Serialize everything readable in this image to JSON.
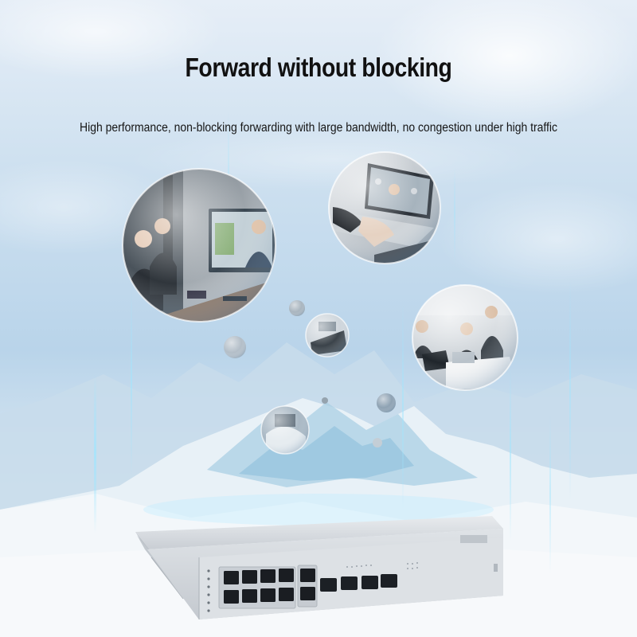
{
  "hero": {
    "title": "Forward without blocking",
    "subtitle": "High performance, non-blocking forwarding with large bandwidth, no congestion under high traffic"
  },
  "colors": {
    "sky_top": "#dfe9f4",
    "sky_mid": "#b7d2e8",
    "ice": "#f2f6fa",
    "glow": "#7fd0f0",
    "switch_body": "#d6dadf",
    "port": "#1a1d22"
  },
  "illustration": {
    "bubbles": [
      "video-meeting-scene",
      "laptop-video-call-scene",
      "team-discussion-scene"
    ],
    "device": "network-switch"
  }
}
